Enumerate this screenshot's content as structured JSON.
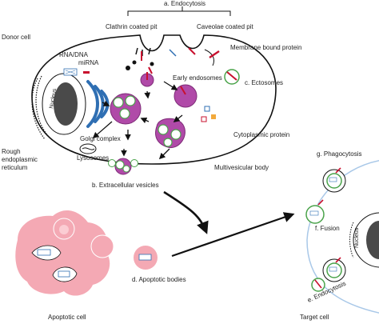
{
  "labels": {
    "endocytosis": "a. Endocytosis",
    "donor_cell": "Donor cell",
    "clathrin": "Clathrin coated pit",
    "caveolae": "Caveolae coated pit",
    "membrane_protein": "Membrane bound protein",
    "rna_dna": "RNA/DNA",
    "mirna": "miRNA",
    "early_endosomes": "Early endosomes",
    "ectosomes": "c. Ectosomes",
    "nucleus_donor": "Nucleus",
    "golgi": "Golgi complex",
    "lysosomes": "Lysosomes",
    "cytoplasmic_protein": "Cytoplasmic protein",
    "rough_er_1": "Rough",
    "rough_er_2": "endoplasmic",
    "rough_er_3": "reticulum",
    "multivesicular": "Multivesicular body",
    "extracellular": "b. Extracellular vesicles",
    "phagocytosis": "g. Phagocytosis",
    "fusion": "f. Fusion",
    "nucleus_target": "Nucleus",
    "endocytosis_e": "e. Endocytosis",
    "apoptotic_bodies": "d. Apoptotic bodies",
    "apoptotic_cell": "Apoptotic cell",
    "target_cell": "Target cell"
  },
  "colors": {
    "purple": "#b04aa8",
    "purple_dark": "#7e2c78",
    "golgi_blue": "#2f6fb3",
    "red": "#c8102e",
    "green": "#4aa34a",
    "pink": "#f4a9b4",
    "target_membrane": "#a9c8e8"
  }
}
